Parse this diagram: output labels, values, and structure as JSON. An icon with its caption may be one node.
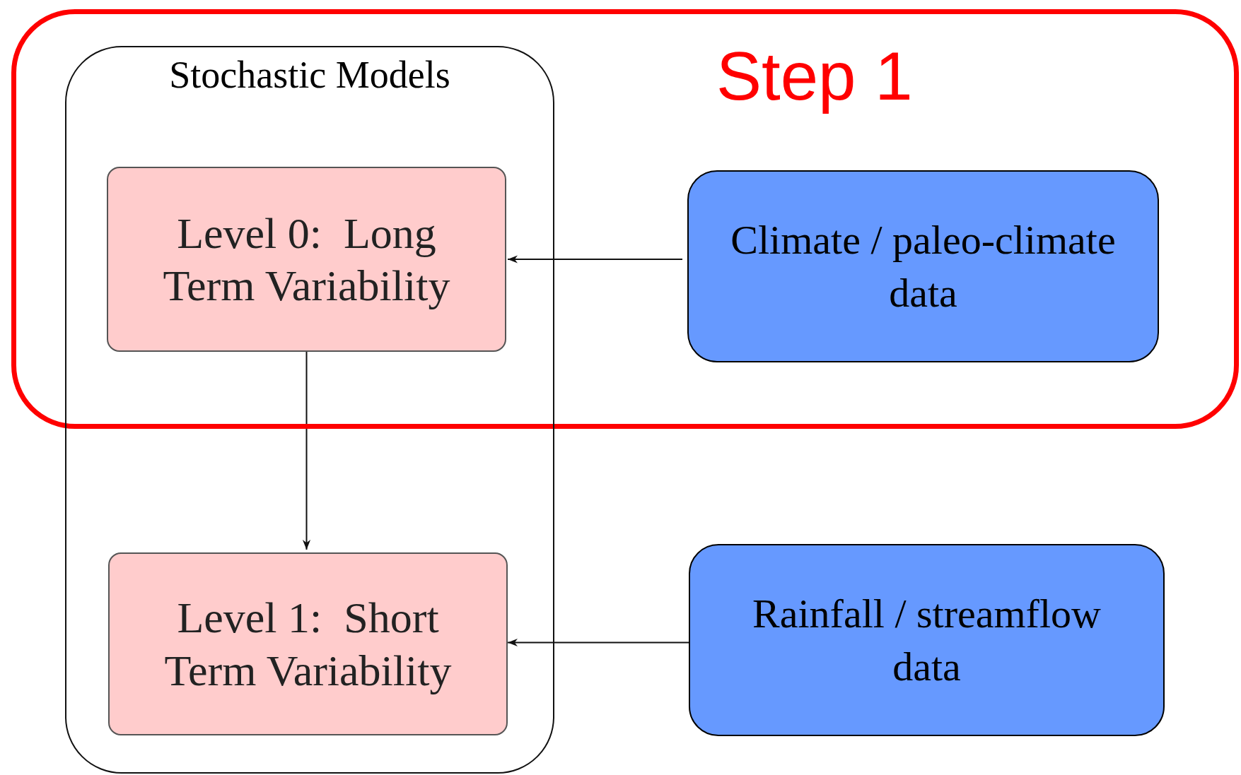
{
  "diagram": {
    "nodes": [
      {
        "text": [
          "Step 1"
        ]
      },
      {
        "text": [
          "Stochastic Models"
        ]
      },
      {
        "text": [
          "Level 0:  Long Term Variability"
        ]
      },
      {
        "text": [
          "Level 1:  Short Term Variability"
        ],
        "in": 1
      },
      {
        "text": [
          "Climate / paleo-climate data"
        ],
        "in": 0
      },
      {
        "text": [
          "Rainfall / streamflow data"
        ]
      }
    ],
    "edges": [
      {
        "from": 4,
        "to": 2,
        "arrow": "to"
      },
      {
        "from": 2,
        "to": 3,
        "arrow": "to"
      },
      {
        "from": 5,
        "to": 3,
        "arrow": "to"
      }
    ]
  }
}
